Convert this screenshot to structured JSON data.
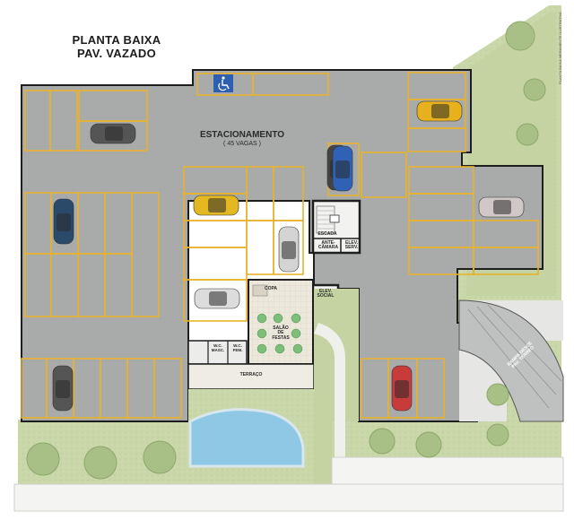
{
  "title": {
    "line1": "PLANTA BAIXA",
    "line2": "PAV. VAZADO"
  },
  "areas": {
    "parking": "ESTACIONAMENTO",
    "parking_count": "( 45 VAGAS )",
    "stairs": "ESCADA",
    "antechamber_1": "ANTE-",
    "antechamber_2": "CÂMARA",
    "service_elevator_1": "ELEV.",
    "service_elevator_2": "SERV.",
    "social_elevator_1": "ELEV.",
    "social_elevator_2": "SOCIAL",
    "kitchen": "COPA",
    "party_room_1": "SALÃO",
    "party_room_2": "DE",
    "party_room_3": "FESTAS",
    "wc_masc_1": "W.C.",
    "wc_masc_2": "MASC.",
    "wc_fem_1": "W.C.",
    "wc_fem_2": "FEM.",
    "terrace": "TERRAÇO",
    "ramp_1": "RAMPA DESCE",
    "ramp_2": "PAV. TÉRREO",
    "side_note": "PLANTA BAIXA MERAMENTE ILUSTRATIVA"
  },
  "colors": {
    "floor": "#a9abaa",
    "stripe": "#e8b22e",
    "wall": "#1e1e1e",
    "lawn": "#c8d6a8",
    "pool": "#8fc8e4",
    "white_area": "#f4f4f2",
    "accessible": "#2e5fb0"
  },
  "cars": [
    {
      "color": "#555555",
      "icon": "car-icon"
    },
    {
      "color": "#2b4a6a",
      "icon": "car-icon"
    },
    {
      "color": "#444444",
      "icon": "car-icon"
    },
    {
      "color": "#e3b823",
      "icon": "car-icon"
    },
    {
      "color": "#d4d4d4",
      "icon": "car-icon"
    },
    {
      "color": "#dcdcdc",
      "icon": "car-icon"
    },
    {
      "color": "#2f62b5",
      "icon": "car-icon"
    },
    {
      "color": "#e6b11d",
      "icon": "car-icon"
    },
    {
      "color": "#cfc8c6",
      "icon": "car-icon"
    },
    {
      "color": "#c73b3b",
      "icon": "car-icon"
    }
  ]
}
